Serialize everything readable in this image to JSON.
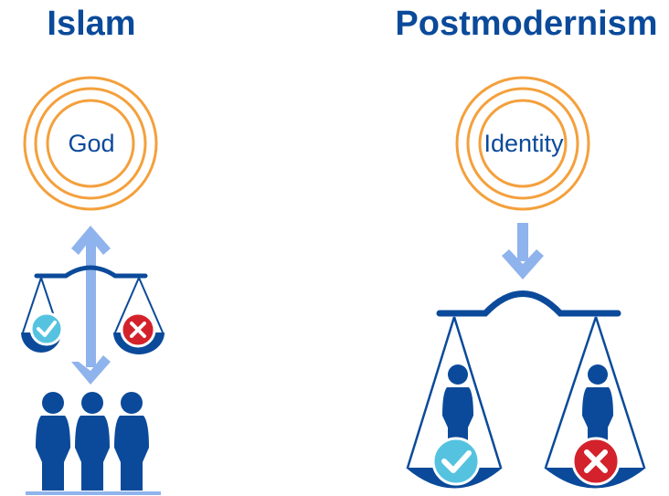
{
  "colors": {
    "navy": "#0B4A9A",
    "orange": "#F4A03C",
    "light_blue": "#8FB3EC",
    "teal_check": "#55C3E0",
    "red_x": "#D3222B",
    "white": "#FFFFFF"
  },
  "left_panel": {
    "title": "Islam",
    "circle_label": "God",
    "center_icon": "concentric-circles-icon",
    "arrow_icon": "double-arrow-vertical-icon",
    "scale_icon": "balance-scale-icon",
    "approve_icon": "check-icon",
    "reject_icon": "x-icon",
    "people_icon": "group-of-people-icon"
  },
  "right_panel": {
    "title": "Postmodernism",
    "circle_label": "Identity",
    "center_icon": "concentric-circles-icon",
    "arrow_icon": "arrow-down-icon",
    "scale_icon": "balance-scale-icon",
    "approve_icon": "check-icon",
    "reject_icon": "x-icon",
    "person_icon": "person-icon"
  }
}
